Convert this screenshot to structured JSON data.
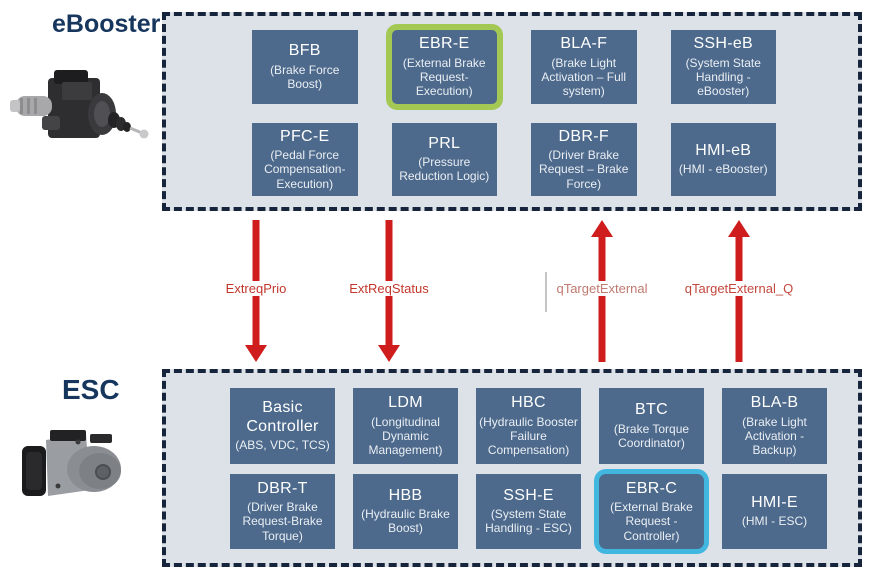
{
  "sections": [
    {
      "label": "eBooster",
      "photo": "ebooster-unit",
      "modules": [
        {
          "title": "BFB",
          "subtitle": "(Brake Force Boost)"
        },
        {
          "title": "EBR-E",
          "subtitle": "(External Brake Request-Execution)",
          "highlight": "green"
        },
        {
          "title": "BLA-F",
          "subtitle": "(Brake Light Activation – Full system)"
        },
        {
          "title": "SSH-eB",
          "subtitle": "(System State Handling - eBooster)"
        },
        {
          "title": "PFC-E",
          "subtitle": "(Pedal Force Compensation-Execution)"
        },
        {
          "title": "PRL",
          "subtitle": "(Pressure Reduction Logic)"
        },
        {
          "title": "DBR-F",
          "subtitle": "(Driver Brake Request – Brake Force)"
        },
        {
          "title": "HMI-eB",
          "subtitle": "(HMI - eBooster)"
        }
      ]
    },
    {
      "label": "ESC",
      "photo": "esc-unit",
      "modules": [
        {
          "title": "Basic Controller",
          "subtitle": "(ABS, VDC, TCS)"
        },
        {
          "title": "LDM",
          "subtitle": "(Longitudinal Dynamic Management)"
        },
        {
          "title": "HBC",
          "subtitle": "(Hydraulic Booster Failure Compensation)"
        },
        {
          "title": "BTC",
          "subtitle": "(Brake Torque Coordinator)"
        },
        {
          "title": "BLA-B",
          "subtitle": "(Brake Light Activation - Backup)"
        },
        {
          "title": "DBR-T",
          "subtitle": "(Driver Brake Request-Brake Torque)"
        },
        {
          "title": "HBB",
          "subtitle": "(Hydraulic Brake Boost)"
        },
        {
          "title": "SSH-E",
          "subtitle": "(System State Handling - ESC)"
        },
        {
          "title": "EBR-C",
          "subtitle": "(External Brake Request - Controller)",
          "highlight": "cyan"
        },
        {
          "title": "HMI-E",
          "subtitle": "(HMI - ESC)"
        }
      ]
    }
  ],
  "signals": [
    {
      "name": "ExtreqPrio",
      "direction": "down",
      "label_color": "#c2372c"
    },
    {
      "name": "ExtReqStatus",
      "direction": "down",
      "label_color": "#c2372c"
    },
    {
      "name": "qTargetExternal",
      "direction": "up",
      "label_color": "#c07a70"
    },
    {
      "name": "qTargetExternal_Q",
      "direction": "up",
      "label_color": "#c3483e"
    }
  ],
  "colors": {
    "module_fill": "#4d6a8c",
    "module_text": "#ffffff",
    "section_bg": "#dde2e9",
    "section_border": "#16243c",
    "arrow": "#cf1d1d",
    "highlight_green": "#a3c853",
    "highlight_cyan": "#41b6df",
    "section_label": "#17365d"
  }
}
